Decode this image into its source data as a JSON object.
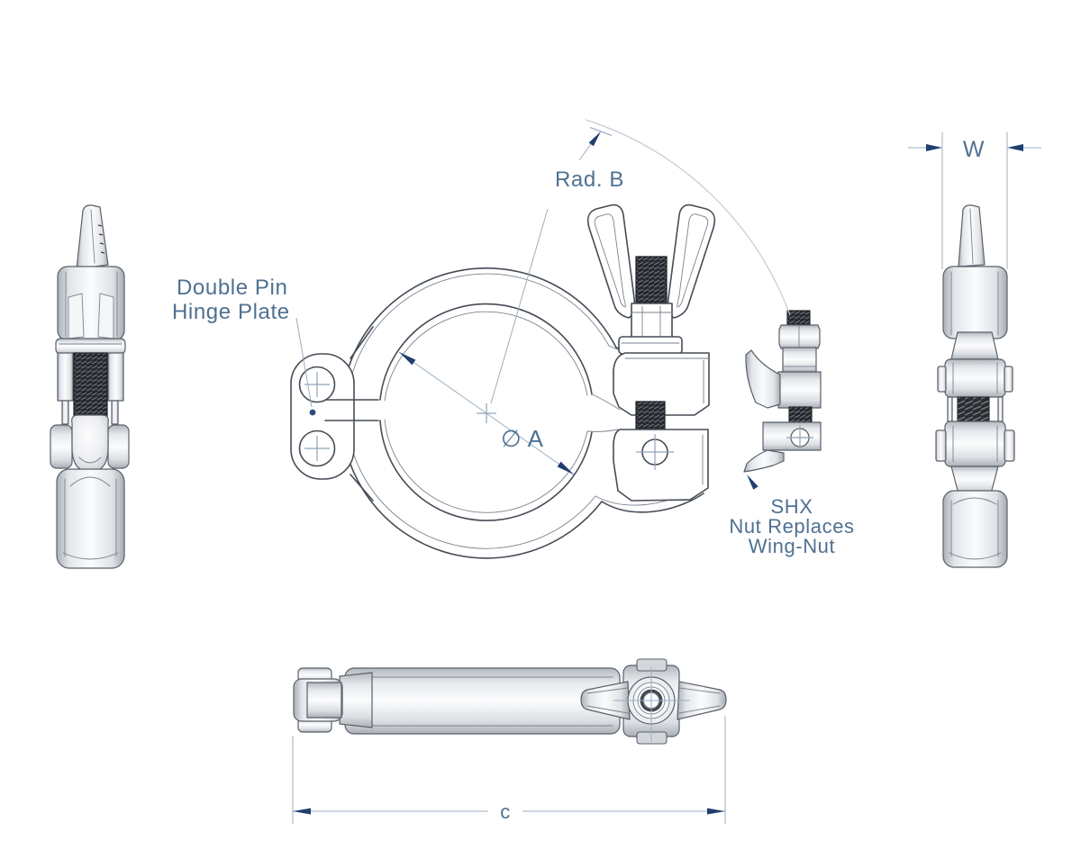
{
  "annotations": {
    "double_pin_line1": "Double Pin",
    "double_pin_line2": "Hinge Plate",
    "shx_line1": "SHX",
    "shx_line2": "Nut Replaces",
    "shx_line3": "Wing-Nut"
  },
  "dimensions": {
    "radius_b": "Rad. B",
    "diameter_a": "∅ A",
    "width_w": "W",
    "length_c": "c"
  },
  "colors": {
    "background": "#ffffff",
    "annotation_text": "#4f7191",
    "dimension_line": "#9bafc2",
    "arrowhead": "#1f3f6e",
    "drawing_line": "#454c55",
    "metal_light": "#fafbfc",
    "metal_dark": "#b0b5bc",
    "thread_dark": "#26292e"
  }
}
